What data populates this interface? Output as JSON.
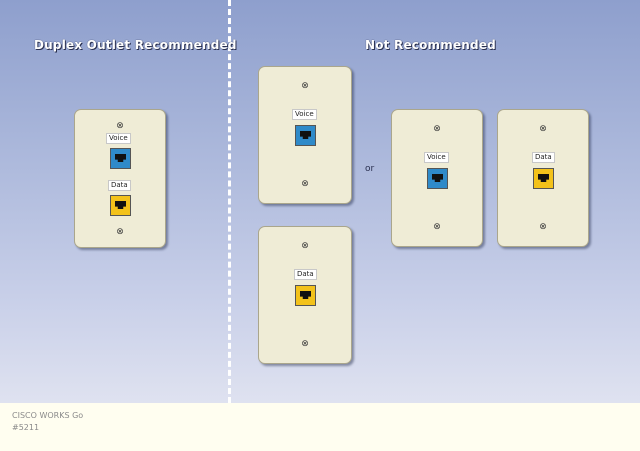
{
  "headings": {
    "left": "Duplex Outlet Recommended",
    "right": "Not Recommended"
  },
  "plates": {
    "duplex": {
      "top_label": "Voice",
      "bottom_label": "Data"
    },
    "voice_tall": {
      "label": "Voice"
    },
    "data_tall": {
      "label": "Data"
    },
    "voice_right": {
      "label": "Voice"
    },
    "data_right": {
      "label": "Data"
    }
  },
  "or_text": "or",
  "footer": {
    "line1": "CISCO WORKS Go",
    "line2": "#5211"
  },
  "colors": {
    "voice_jack": "#2f8ac9",
    "data_jack": "#f3c21a",
    "plate": "#efecd6",
    "background_top": "#8e9fcd",
    "background_bottom": "#dfe2f0"
  }
}
